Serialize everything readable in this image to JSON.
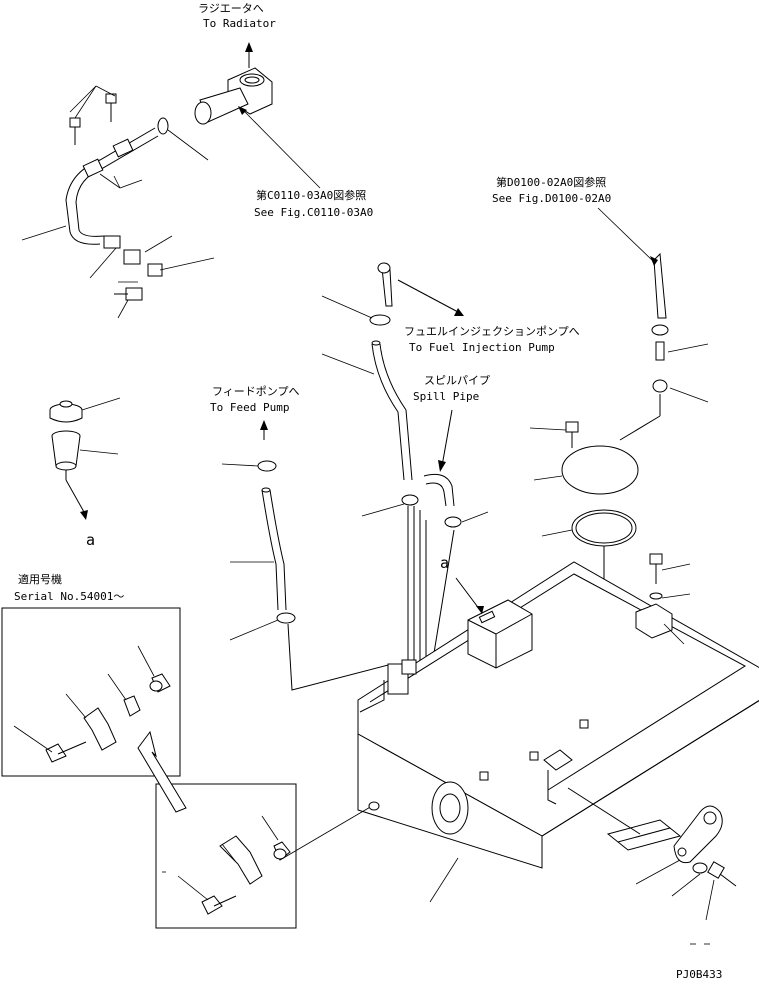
{
  "labels": {
    "radiator_jp": "ラジエータへ",
    "radiator_en": "To Radiator",
    "fig_c_jp": "第C0110-03A0図参照",
    "fig_c_en": "See Fig.C0110-03A0",
    "fig_d_jp": "第D0100-02A0図参照",
    "fig_d_en": "See Fig.D0100-02A0",
    "fuel_inj_jp": "フュエルインジェクションポンプへ",
    "fuel_inj_en": "To Fuel Injection Pump",
    "spill_jp": "スピルパイプ",
    "spill_en": "Spill Pipe",
    "feed_jp": "フィードポンプへ",
    "feed_en": "To Feed Pump",
    "serial_jp": "適用号機",
    "serial_en": "Serial No.54001～",
    "ref_a_left": "a",
    "ref_a_tank": "a",
    "drawing_code": "PJ0B433"
  }
}
